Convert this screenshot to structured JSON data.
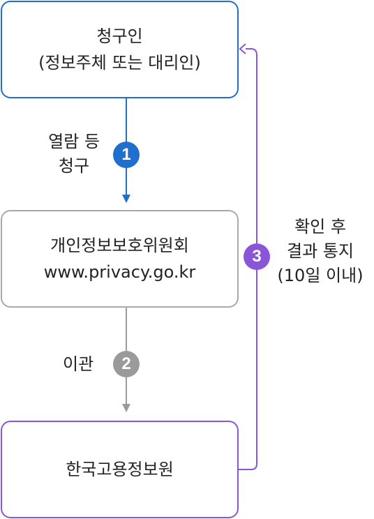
{
  "nodes": {
    "requester": {
      "line1": "청구인",
      "line2": "(정보주체 또는 대리인)"
    },
    "commission": {
      "line1": "개인정보보호위원회",
      "line2": "www.privacy.go.kr"
    },
    "keis": {
      "line1": "한국고용정보원"
    }
  },
  "steps": {
    "step1": {
      "number": "1",
      "line1": "열람 등",
      "line2": "청구"
    },
    "step2": {
      "number": "2",
      "line1": "이관"
    },
    "step3": {
      "number": "3",
      "line1": "확인 후",
      "line2": "결과 통지",
      "line3": "(10일 이내)"
    }
  },
  "colors": {
    "blue": "#1f6fcf",
    "gray": "#9a9a9a",
    "purple": "#8a55d8",
    "border_gray": "#a9a9a9"
  }
}
